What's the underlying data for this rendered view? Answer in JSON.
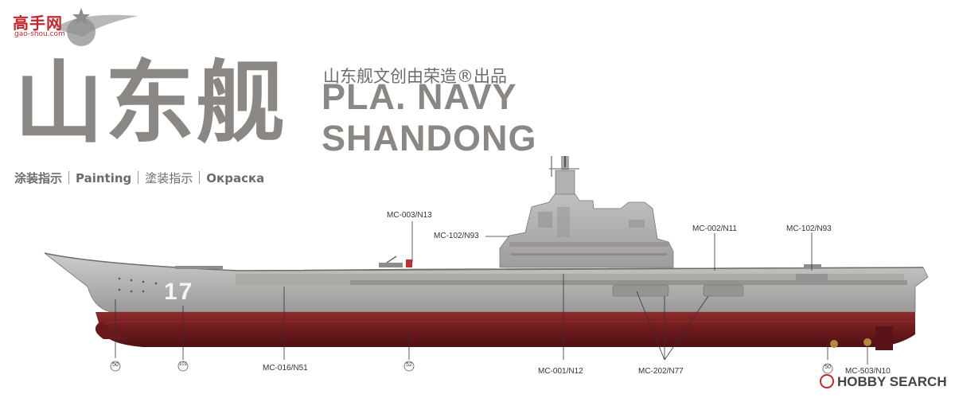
{
  "watermark": {
    "text": "高手网",
    "sub": "gao-shou.com"
  },
  "title": {
    "big": "山东舰",
    "subtitle": "山东舰文创由荣造®出品",
    "en_line1": "PLA. NAVY",
    "en_line2": "SHANDONG"
  },
  "painting": {
    "items": [
      "涂装指示",
      "Painting",
      "塗装指示",
      "Окраска"
    ]
  },
  "hull_number": "17",
  "callouts": {
    "mc003": "MC-003/N13",
    "mc102a": "MC-102/N93",
    "mc002": "MC-002/N11",
    "mc102b": "MC-102/N93",
    "mc016": "MC-016/N51",
    "mc001": "MC-001/N12",
    "mc202": "MC-202/N77",
    "mc503": "MC-503/N10",
    "c50a": "50",
    "c101": "101",
    "c52": "52",
    "c50b": "50"
  },
  "brand": {
    "name": "HOBBY SEARCH"
  },
  "colors": {
    "hull_red": "#7a1f22",
    "deck_gray": "#b9b7b5",
    "title_gray": "#8a8784"
  }
}
